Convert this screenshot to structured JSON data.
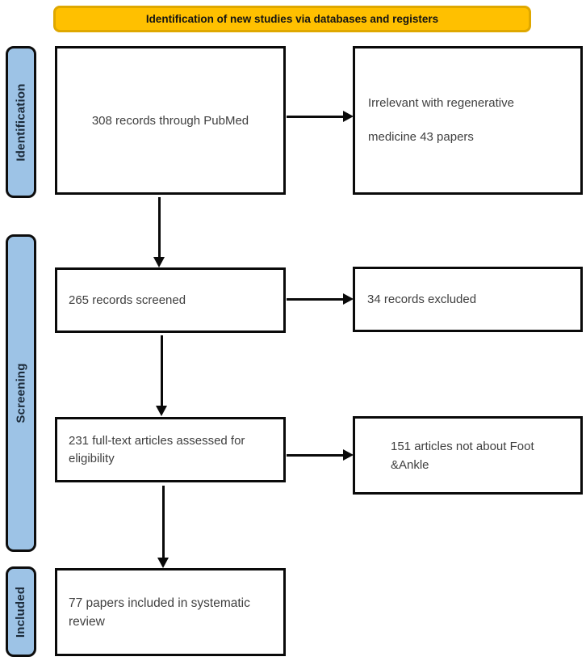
{
  "header": {
    "title": "Identification of new studies via databases and registers"
  },
  "sidebar": {
    "items": [
      {
        "id": "identification",
        "label": "Identification"
      },
      {
        "id": "screening",
        "label": "Screening"
      },
      {
        "id": "included",
        "label": "Included"
      }
    ]
  },
  "flow": {
    "records_identified": {
      "text": "308 records through PubMed"
    },
    "irrelevant_excluded": {
      "line1": "Irrelevant with regenerative",
      "line2": "medicine 43 papers"
    },
    "records_screened": {
      "text": "265 records screened"
    },
    "records_excluded": {
      "text": "34 records excluded"
    },
    "fulltext_assessed": {
      "line1": "231 full-text articles assessed for",
      "line2": "eligibility"
    },
    "not_foot_ankle": {
      "line1": "151 articles not about Foot",
      "line2": "&Ankle"
    },
    "included_review": {
      "line1": "77 papers included in systematic",
      "line2": "review"
    }
  },
  "colors": {
    "header_fill": "#FFC000",
    "header_border": "#DFA800",
    "sidebar_fill": "#9DC3E6",
    "sidebar_border": "#0D0D0D",
    "box_border": "#0A0A0A",
    "box_fill": "#FFFFFF",
    "text": "#3F3F3F",
    "arrow": "#0A0A0A"
  }
}
